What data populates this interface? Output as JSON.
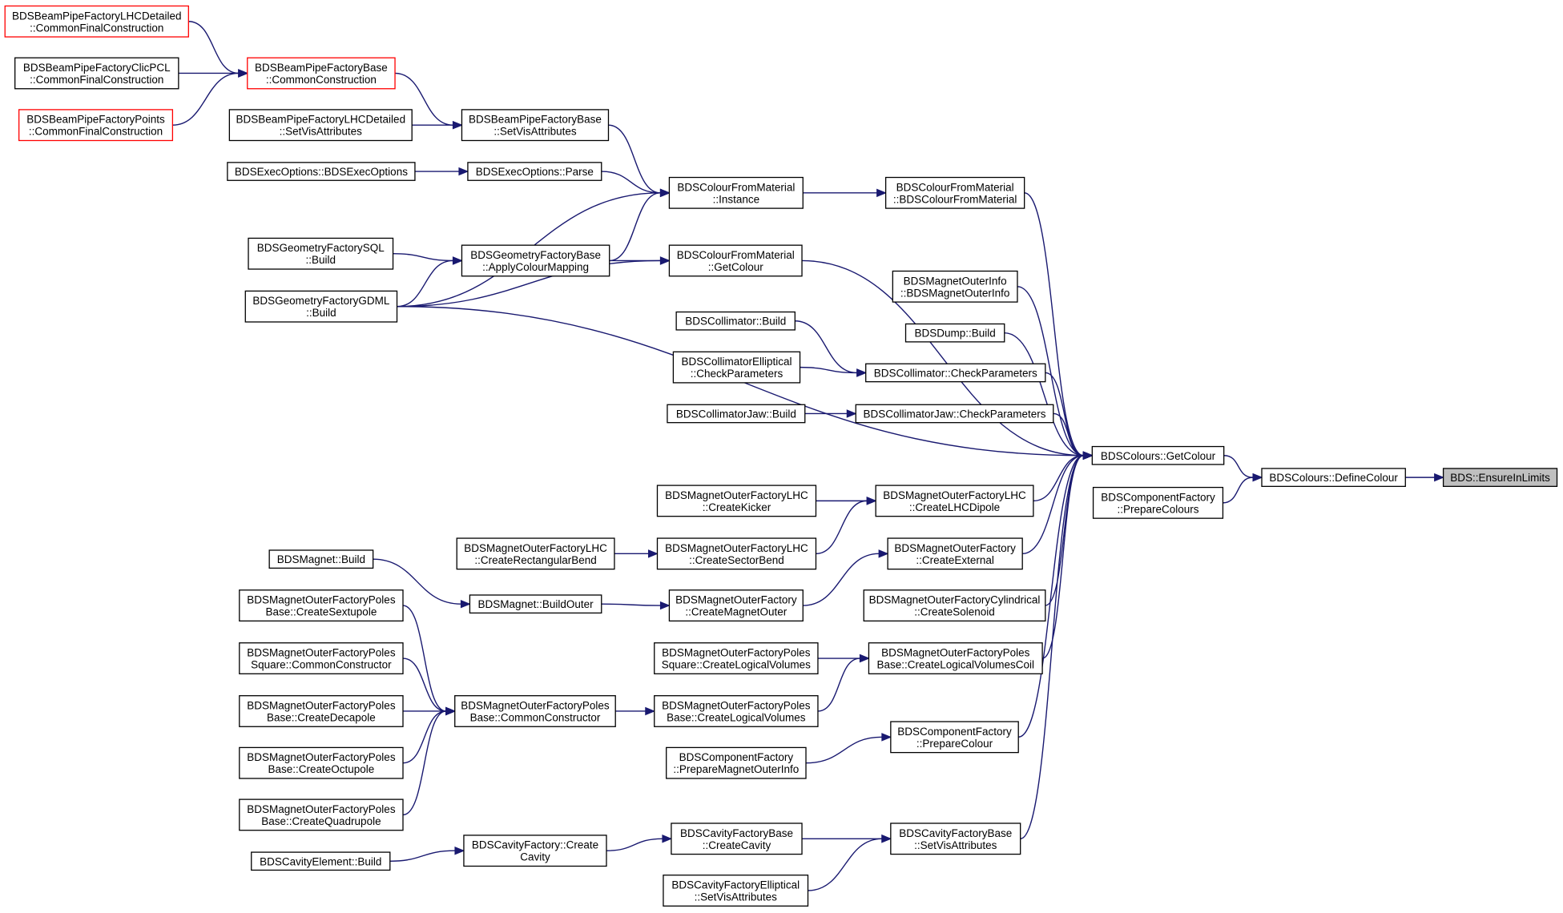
{
  "nodes": {
    "n1": [
      "BDSBeamPipeFactoryLHCDetailed",
      "::CommonFinalConstruction"
    ],
    "n2": [
      "BDSBeamPipeFactoryClicPCL",
      "::CommonFinalConstruction"
    ],
    "n3": [
      "BDSBeamPipeFactoryPoints",
      "::CommonFinalConstruction"
    ],
    "n4": [
      "BDSBeamPipeFactoryBase",
      "::CommonConstruction"
    ],
    "n5": [
      "BDSBeamPipeFactoryLHCDetailed",
      "::SetVisAttributes"
    ],
    "n6": [
      "BDSBeamPipeFactoryBase",
      "::SetVisAttributes"
    ],
    "n7": [
      "BDSExecOptions::BDSExecOptions"
    ],
    "n8": [
      "BDSExecOptions::Parse"
    ],
    "n9": [
      "BDSColourFromMaterial",
      "::Instance"
    ],
    "n10": [
      "BDSColourFromMaterial",
      "::BDSColourFromMaterial"
    ],
    "n11": [
      "BDSGeometryFactorySQL",
      "::Build"
    ],
    "n12": [
      "BDSGeometryFactoryBase",
      "::ApplyColourMapping"
    ],
    "n13": [
      "BDSColourFromMaterial",
      "::GetColour"
    ],
    "n14": [
      "BDSGeometryFactoryGDML",
      "::Build"
    ],
    "n15": [
      "BDSMagnetOuterInfo",
      "::BDSMagnetOuterInfo"
    ],
    "n16": [
      "BDSCollimator::Build"
    ],
    "n17": [
      "BDSDump::Build"
    ],
    "n18": [
      "BDSCollimatorElliptical",
      "::CheckParameters"
    ],
    "n19": [
      "BDSCollimator::CheckParameters"
    ],
    "n20": [
      "BDSCollimatorJaw::Build"
    ],
    "n21": [
      "BDSCollimatorJaw::CheckParameters"
    ],
    "n22": [
      "BDSColours::GetColour"
    ],
    "n23": [
      "BDSColours::DefineColour"
    ],
    "n24": [
      "BDS::EnsureInLimits"
    ],
    "n25": [
      "BDSMagnetOuterFactoryLHC",
      "::CreateKicker"
    ],
    "n26": [
      "BDSMagnetOuterFactoryLHC",
      "::CreateLHCDipole"
    ],
    "n27": [
      "BDSComponentFactory",
      "::PrepareColours"
    ],
    "n28": [
      "BDSMagnetOuterFactoryLHC",
      "::CreateRectangularBend"
    ],
    "n29": [
      "BDSMagnetOuterFactoryLHC",
      "::CreateSectorBend"
    ],
    "n30": [
      "BDSMagnetOuterFactory",
      "::CreateExternal"
    ],
    "n31": [
      "BDSMagnet::Build"
    ],
    "n32": [
      "BDSMagnet::BuildOuter"
    ],
    "n33": [
      "BDSMagnetOuterFactory",
      "::CreateMagnetOuter"
    ],
    "n34": [
      "BDSMagnetOuterFactoryPoles",
      "Base::CreateSextupole"
    ],
    "n35": [
      "BDSMagnetOuterFactoryCylindrical",
      "::CreateSolenoid"
    ],
    "n36": [
      "BDSMagnetOuterFactoryPoles",
      "Square::CommonConstructor"
    ],
    "n37": [
      "BDSMagnetOuterFactoryPoles",
      "Square::CreateLogicalVolumes"
    ],
    "n38": [
      "BDSMagnetOuterFactoryPoles",
      "Base::CreateLogicalVolumesCoil"
    ],
    "n39": [
      "BDSMagnetOuterFactoryPoles",
      "Base::CreateDecapole"
    ],
    "n40": [
      "BDSMagnetOuterFactoryPoles",
      "Base::CommonConstructor"
    ],
    "n41": [
      "BDSMagnetOuterFactoryPoles",
      "Base::CreateLogicalVolumes"
    ],
    "n42": [
      "BDSComponentFactory",
      "::PrepareColour"
    ],
    "n43": [
      "BDSMagnetOuterFactoryPoles",
      "Base::CreateOctupole"
    ],
    "n44": [
      "BDSComponentFactory",
      "::PrepareMagnetOuterInfo"
    ],
    "n45": [
      "BDSMagnetOuterFactoryPoles",
      "Base::CreateQuadrupole"
    ],
    "n46": [
      "BDSCavityFactoryBase",
      "::CreateCavity"
    ],
    "n47": [
      "BDSCavityFactoryBase",
      "::SetVisAttributes"
    ],
    "n48": [
      "BDSCavityFactory::Create",
      "Cavity"
    ],
    "n49": [
      "BDSCavityElement::Build"
    ],
    "n50": [
      "BDSCavityFactoryElliptical",
      "::SetVisAttributes"
    ]
  },
  "edge_color": "#191970",
  "highlight_border_color": "#ff0000",
  "root_fill_color": "#bfbfbf",
  "edges": [
    [
      "n23",
      "n24"
    ],
    [
      "n22",
      "n23"
    ],
    [
      "n27",
      "n23"
    ],
    [
      "n10",
      "n22"
    ],
    [
      "n13",
      "n22"
    ],
    [
      "n15",
      "n22"
    ],
    [
      "n17",
      "n22"
    ],
    [
      "n19",
      "n22"
    ],
    [
      "n21",
      "n22"
    ],
    [
      "n14",
      "n22"
    ],
    [
      "n26",
      "n22"
    ],
    [
      "n30",
      "n22"
    ],
    [
      "n35",
      "n22"
    ],
    [
      "n38",
      "n22"
    ],
    [
      "n42",
      "n22"
    ],
    [
      "n47",
      "n22"
    ],
    [
      "n9",
      "n10"
    ],
    [
      "n6",
      "n9"
    ],
    [
      "n8",
      "n9"
    ],
    [
      "n12",
      "n9"
    ],
    [
      "n14",
      "n9"
    ],
    [
      "n4",
      "n6"
    ],
    [
      "n5",
      "n6"
    ],
    [
      "n1",
      "n4"
    ],
    [
      "n2",
      "n4"
    ],
    [
      "n3",
      "n4"
    ],
    [
      "n7",
      "n8"
    ],
    [
      "n11",
      "n12"
    ],
    [
      "n14",
      "n12"
    ],
    [
      "n12",
      "n13"
    ],
    [
      "n14",
      "n13"
    ],
    [
      "n16",
      "n19"
    ],
    [
      "n18",
      "n19"
    ],
    [
      "n20",
      "n21"
    ],
    [
      "n25",
      "n26"
    ],
    [
      "n29",
      "n26"
    ],
    [
      "n28",
      "n29"
    ],
    [
      "n33",
      "n30"
    ],
    [
      "n32",
      "n33"
    ],
    [
      "n31",
      "n32"
    ],
    [
      "n37",
      "n38"
    ],
    [
      "n41",
      "n38"
    ],
    [
      "n40",
      "n41"
    ],
    [
      "n34",
      "n40"
    ],
    [
      "n36",
      "n40"
    ],
    [
      "n39",
      "n40"
    ],
    [
      "n43",
      "n40"
    ],
    [
      "n45",
      "n40"
    ],
    [
      "n44",
      "n42"
    ],
    [
      "n46",
      "n47"
    ],
    [
      "n50",
      "n47"
    ],
    [
      "n48",
      "n46"
    ],
    [
      "n49",
      "n48"
    ]
  ]
}
